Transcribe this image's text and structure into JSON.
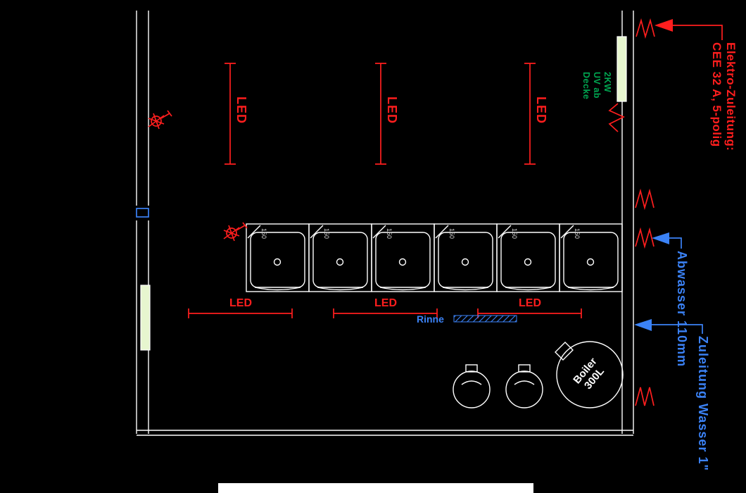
{
  "meta": {
    "type": "installation-floor-plan",
    "theme": "cad-black"
  },
  "colors": {
    "background": "#000000",
    "lines": "#ffffff",
    "red": "#ff1e1e",
    "green": "#00a651",
    "lamp_fill": "#e7f6cf",
    "blue": "#3b82f6"
  },
  "labels": {
    "led_top": [
      "LED",
      "LED",
      "LED"
    ],
    "led_bottom": [
      "LED",
      "LED",
      "LED"
    ],
    "uv_lamp_lines": [
      "2KW",
      "UV ab",
      "Decke"
    ],
    "elektro_lines": [
      "Elektro-Zuleitung:",
      "CEE 32 A, 5-polig"
    ],
    "abwasser": "Abwasser 110mm",
    "wasser": "Zuleitung Wasser 1\"",
    "rinne": "Rinne",
    "boiler_lines": [
      "Boiler",
      "300L"
    ],
    "shower_size": "150"
  },
  "fixtures": {
    "shower_count": 6
  }
}
